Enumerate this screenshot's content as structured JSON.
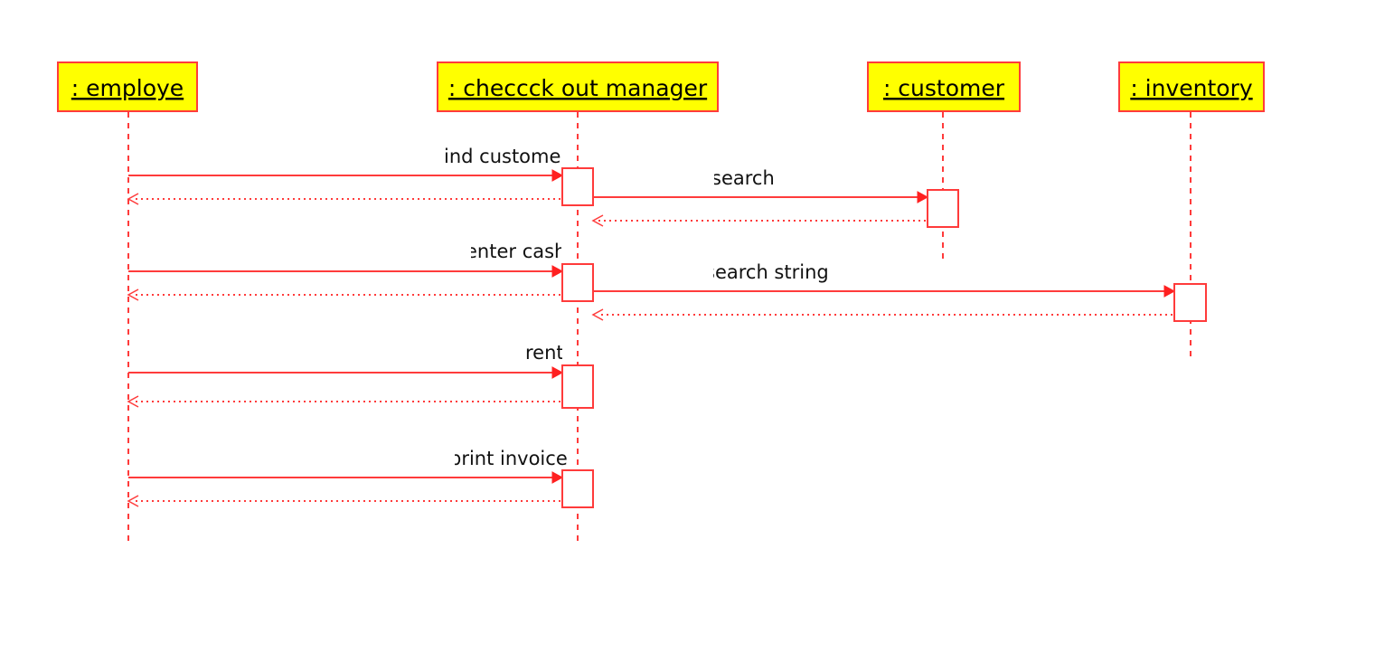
{
  "lifelines": [
    {
      "id": "employe",
      "label": ": employe"
    },
    {
      "id": "checkout",
      "label": ": checcck out manager"
    },
    {
      "id": "customer",
      "label": ": customer"
    },
    {
      "id": "inventory",
      "label": ": inventory"
    }
  ],
  "messages": [
    {
      "label": "ind custome"
    },
    {
      "label": "search"
    },
    {
      "label": "enter cash"
    },
    {
      "label": "search string"
    },
    {
      "label": "rent"
    },
    {
      "label": "print invoice"
    }
  ],
  "colors": {
    "head_fill": "#ffff00",
    "line": "#ff3b3b",
    "arrow": "#ff2020"
  }
}
